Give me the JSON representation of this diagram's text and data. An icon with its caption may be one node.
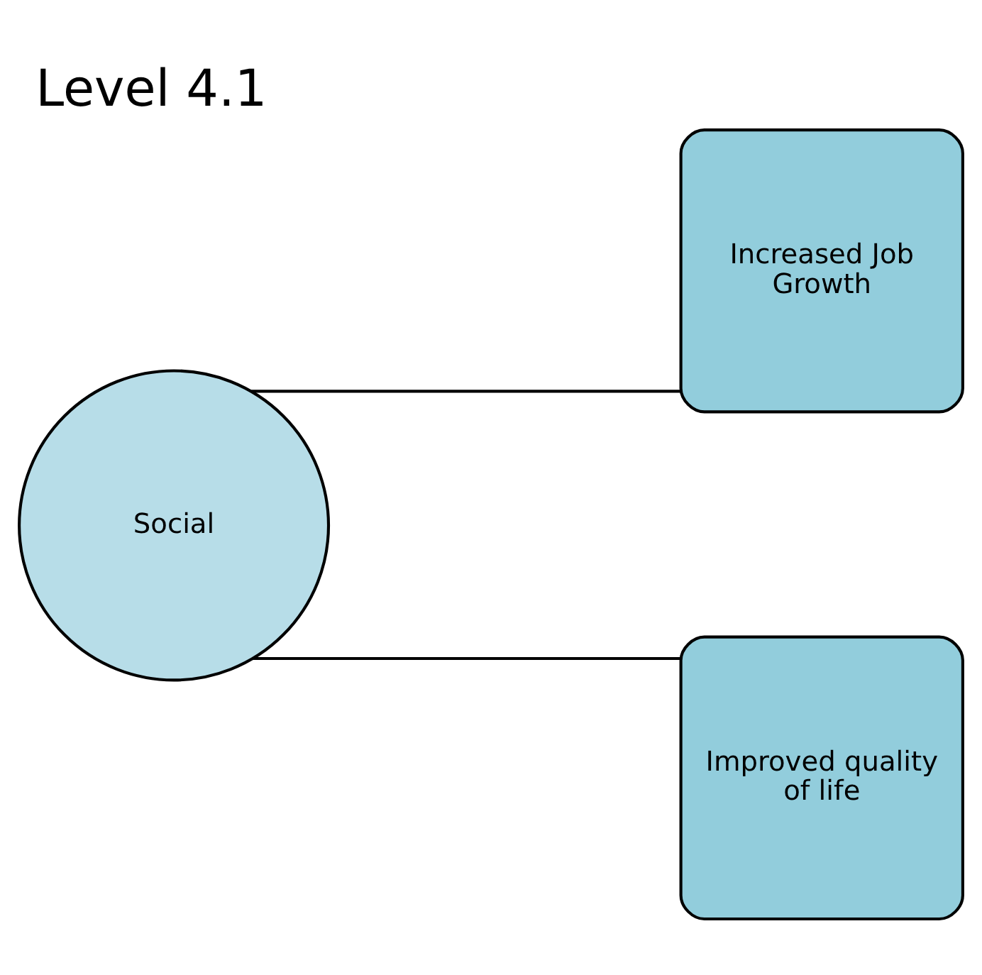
{
  "diagram": {
    "title": "Level 4.1",
    "nodes": [
      {
        "text": [
          "Social"
        ]
      },
      {
        "text": [
          "Increased Job Growth"
        ]
      },
      {
        "text": [
          "Improved quality of life"
        ]
      }
    ],
    "edges": [
      {
        "from": 0,
        "to": 1,
        "arrow": "none"
      },
      {
        "from": 0,
        "to": 2,
        "arrow": "none"
      }
    ]
  }
}
